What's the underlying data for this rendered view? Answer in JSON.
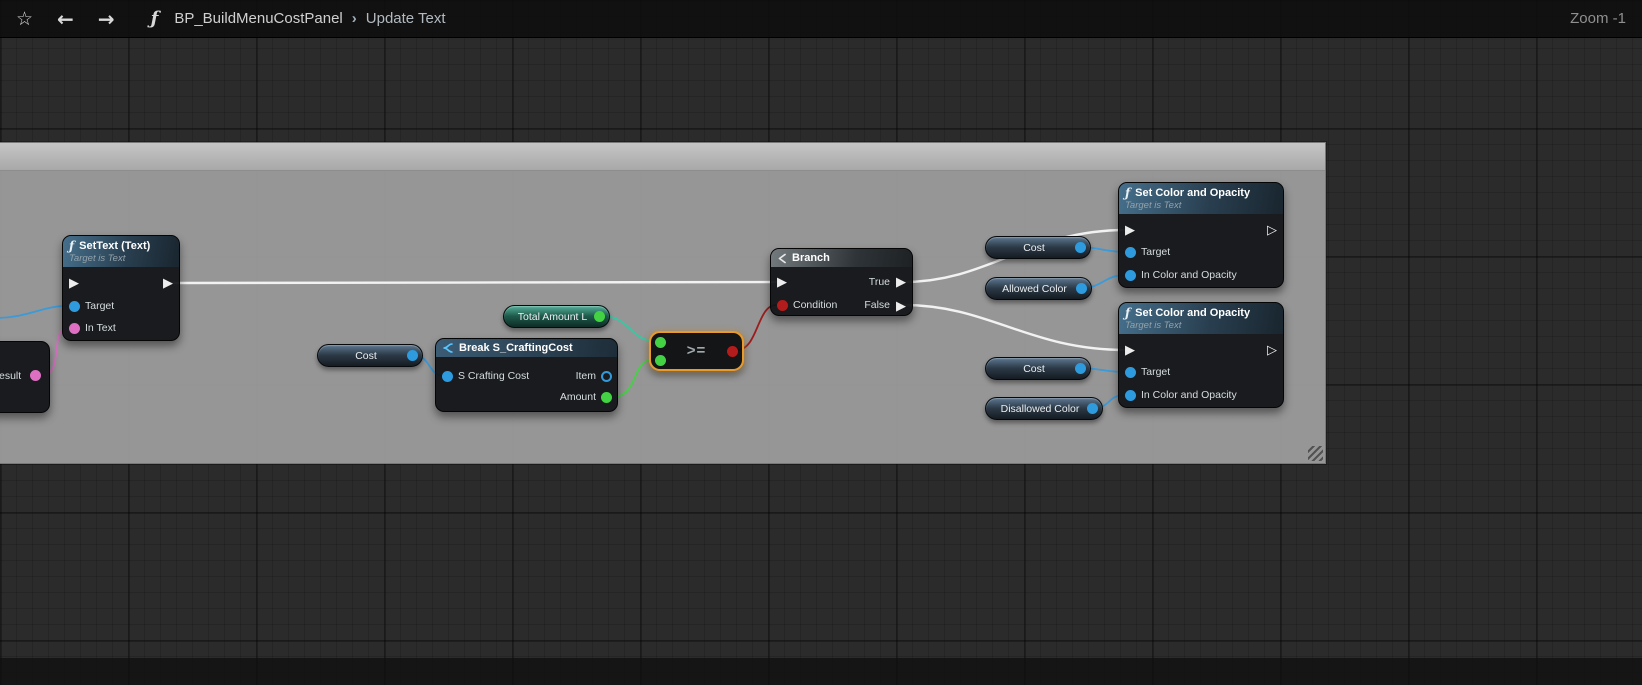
{
  "toolbar": {
    "star_icon": "☆",
    "back_icon": "←",
    "forward_icon": "→",
    "function_icon": "ƒ",
    "breadcrumb_root": "BP_BuildMenuCostPanel",
    "breadcrumb_separator": "›",
    "breadcrumb_current": "Update Text",
    "zoom_label": "Zoom -1"
  },
  "glyphs": {
    "exec_filled": "▶",
    "exec_hollow": "▷"
  },
  "comment": {
    "title": ""
  },
  "nodes": {
    "settext": {
      "icon": "ƒ",
      "title": "SetText (Text)",
      "subtitle": "Target is Text",
      "pin_target": "Target",
      "pin_in_text": "In Text"
    },
    "partial_result": {
      "label": "esult"
    },
    "cost_pill_a": {
      "label": "Cost"
    },
    "total_amount_pill": {
      "label": "Total Amount L"
    },
    "break_struct": {
      "title": "Break S_CraftingCost",
      "pin_input": "S Crafting Cost",
      "pin_item": "Item",
      "pin_amount": "Amount"
    },
    "greater_equal": {
      "symbol": ">="
    },
    "branch": {
      "title": "Branch",
      "pin_condition": "Condition",
      "pin_true": "True",
      "pin_false": "False"
    },
    "cost_pill_b": {
      "label": "Cost"
    },
    "allowed_color_pill": {
      "label": "Allowed Color"
    },
    "set_color_top": {
      "icon": "ƒ",
      "title": "Set Color and Opacity",
      "subtitle": "Target is Text",
      "pin_target": "Target",
      "pin_in_color": "In Color and Opacity"
    },
    "cost_pill_c": {
      "label": "Cost"
    },
    "disallowed_color_pill": {
      "label": "Disallowed Color"
    },
    "set_color_bottom": {
      "icon": "ƒ",
      "title": "Set Color and Opacity",
      "subtitle": "Target is Text",
      "pin_target": "Target",
      "pin_in_color": "In Color and Opacity"
    }
  },
  "colors": {
    "exec_wire": "#f2f2f2",
    "object_pin_blue": "#2e9bdf",
    "float_pin_green": "#43d243",
    "teal_wire": "#33c9a3",
    "bool_pin_red": "#b31c1c",
    "text_pin_pink": "#df6fc3",
    "selection_orange": "#e89a2b",
    "comment_fill": "#a0a0a0"
  }
}
